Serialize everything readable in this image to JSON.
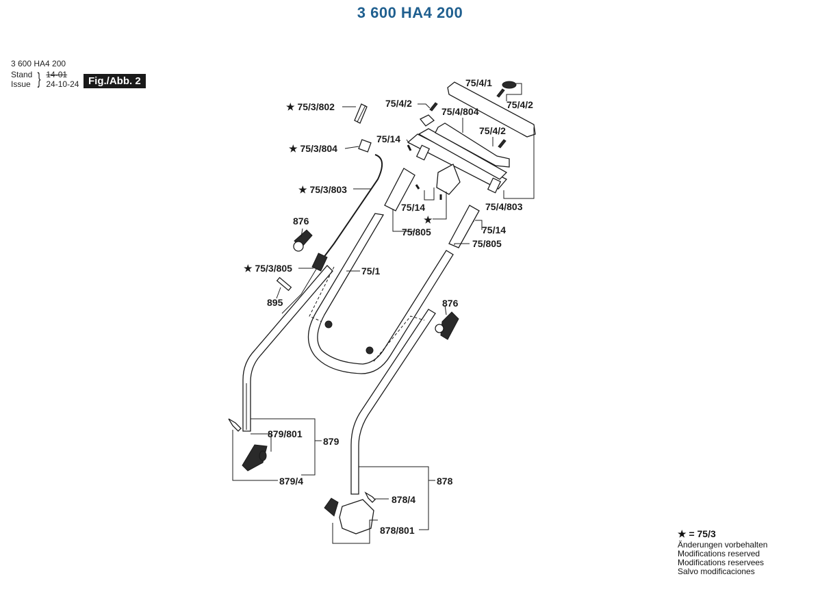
{
  "title": "3 600 HA4 200",
  "header": {
    "part_number": "3 600 HA4 200",
    "stand_label": "Stand",
    "issue_label": "Issue",
    "old_date": "14-01",
    "new_date": "24-10-24",
    "figure_label": "Fig./Abb. 2"
  },
  "labels": {
    "l_75_3_802": "★ 75/3/802",
    "l_75_3_804": "★ 75/3/804",
    "l_75_3_803": "★ 75/3/803",
    "l_876_left": "876",
    "l_75_3_805": "★ 75/3/805",
    "l_895": "895",
    "l_75_4_2_a": "75/4/2",
    "l_75_4_1": "75/4/1",
    "l_75_4_2_b": "75/4/2",
    "l_75_4_804": "75/4/804",
    "l_75_4_2_c": "75/4/2",
    "l_75_14_a": "75/14",
    "l_75_14_b": "75/14",
    "l_star": "★",
    "l_75_4_803": "75/4/803",
    "l_75_14_c": "75/14",
    "l_75_805_a": "75/805",
    "l_75_805_b": "75/805",
    "l_75_1": "75/1",
    "l_876_right": "876",
    "l_879_801": "879/801",
    "l_879": "879",
    "l_879_4": "879/4",
    "l_878": "878",
    "l_878_4": "878/4",
    "l_878_801": "878/801"
  },
  "legend": {
    "star_line": "★ = 75/3",
    "lines": [
      "Änderungen vorbehalten",
      "Modifications reserved",
      "Modifications reservees",
      "Salvo modificaciones"
    ]
  }
}
